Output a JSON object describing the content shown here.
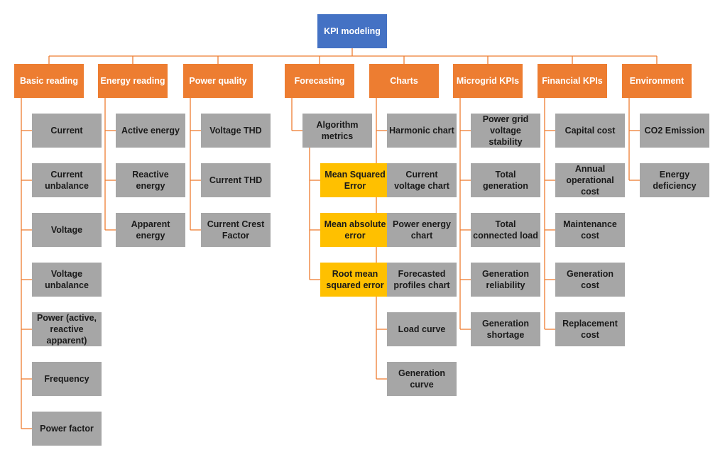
{
  "root": {
    "label": "KPI modeling",
    "color": "#4472c4"
  },
  "colors": {
    "category": "#ed7d31",
    "item": "#a6a6a6",
    "highlight": "#ffc000",
    "line": "#ed7d31"
  },
  "categories": [
    {
      "label": "Basic reading",
      "items": [
        "Current",
        "Current unbalance",
        "Voltage",
        "Voltage unbalance",
        "Power (active, reactive apparent)",
        "Frequency",
        "Power factor"
      ]
    },
    {
      "label": "Energy reading",
      "items": [
        "Active energy",
        "Reactive energy",
        "Apparent energy"
      ]
    },
    {
      "label": "Power quality",
      "items": [
        "Voltage THD",
        "Current THD",
        "Current Crest Factor"
      ]
    },
    {
      "label": "Forecasting",
      "items": [
        "Algorithm metrics"
      ],
      "subitems": [
        "Mean Squared Error",
        "Mean absolute error",
        "Root mean squared error"
      ]
    },
    {
      "label": "Charts",
      "items": [
        "Harmonic chart",
        "Current voltage chart",
        "Power energy chart",
        "Forecasted profiles chart",
        "Load curve",
        "Generation curve"
      ]
    },
    {
      "label": "Microgrid KPIs",
      "items": [
        "Power grid voltage stability",
        "Total generation",
        "Total connected load",
        "Generation reliability",
        "Generation shortage"
      ]
    },
    {
      "label": "Financial KPIs",
      "items": [
        "Capital cost",
        "Annual operational cost",
        "Maintenance cost",
        "Generation cost",
        "Replacement cost"
      ]
    },
    {
      "label": "Environment",
      "items": [
        "CO2 Emission",
        "Energy deficiency"
      ]
    }
  ]
}
